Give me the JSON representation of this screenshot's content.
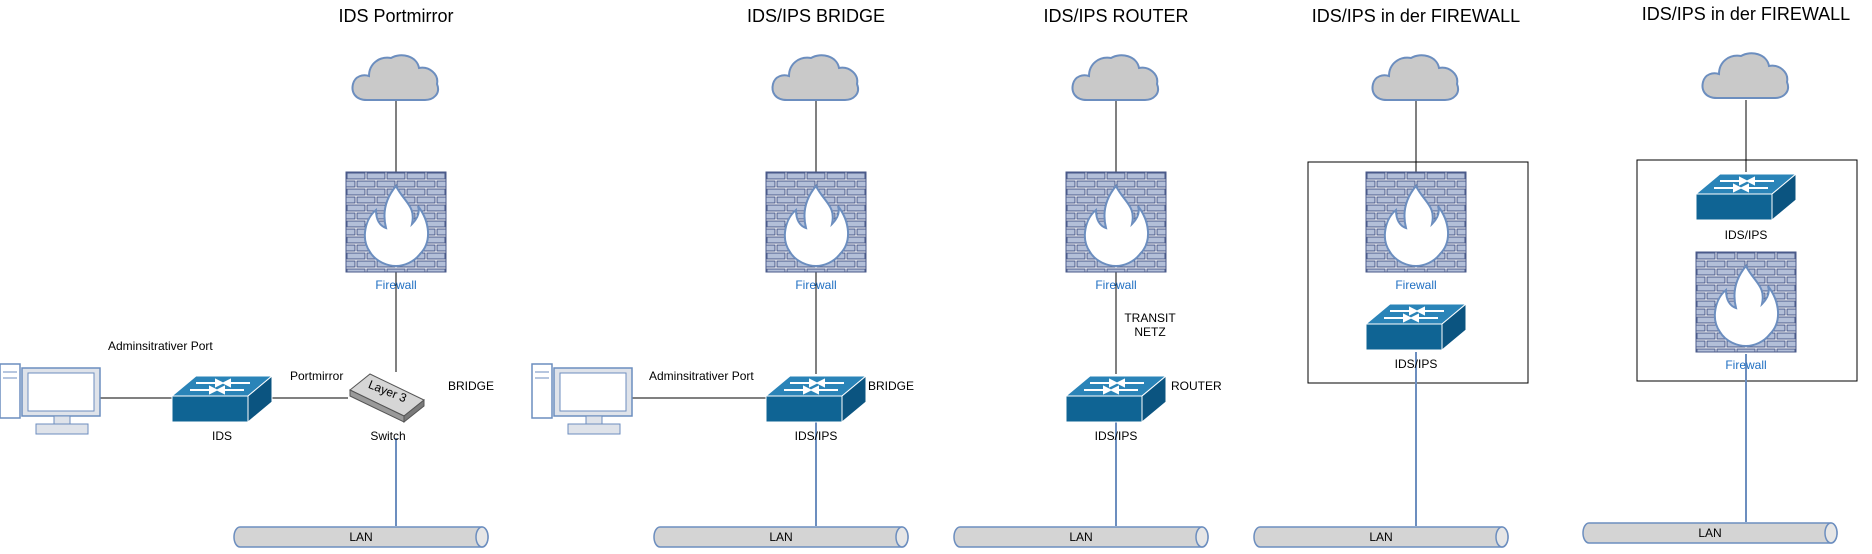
{
  "colors": {
    "cloud": "#c9c9c9",
    "cloud_stroke": "#6c8ebf",
    "brick": "#b3bfd8",
    "brick_stroke": "#4a5a8a",
    "switch_front": "#0f6494",
    "switch_top": "#2a84b8",
    "lan_fill": "#d4d4d4",
    "lan_line": "#6c8ebf",
    "firewall_label": "#1f6fc2"
  },
  "diagrams": [
    {
      "title": "IDS Portmirror",
      "firewall_label": "Firewall",
      "ids_label": "IDS",
      "switch_label": "Switch",
      "switch_badge": "Layer 3",
      "mode_label": "BRIDGE",
      "admin_port_label": "Adminsitrativer Port",
      "mirror_label": "Portmirror",
      "lan_label": "LAN"
    },
    {
      "title": "IDS/IPS BRIDGE",
      "firewall_label": "Firewall",
      "ids_label": "IDS/IPS",
      "mode_label": "BRIDGE",
      "admin_port_label": "Adminsitrativer Port",
      "lan_label": "LAN"
    },
    {
      "title": "IDS/IPS ROUTER",
      "firewall_label": "Firewall",
      "ids_label": "IDS/IPS",
      "mode_label": "ROUTER",
      "transit_label_1": "TRANSIT",
      "transit_label_2": "NETZ",
      "lan_label": "LAN"
    },
    {
      "title": "IDS/IPS in der FIREWALL",
      "firewall_label": "Firewall",
      "ids_label": "IDS/IPS",
      "lan_label": "LAN"
    },
    {
      "title": "IDS/IPS in der FIREWALL",
      "firewall_label": "Firewall",
      "ids_label": "IDS/IPS",
      "lan_label": "LAN"
    }
  ]
}
